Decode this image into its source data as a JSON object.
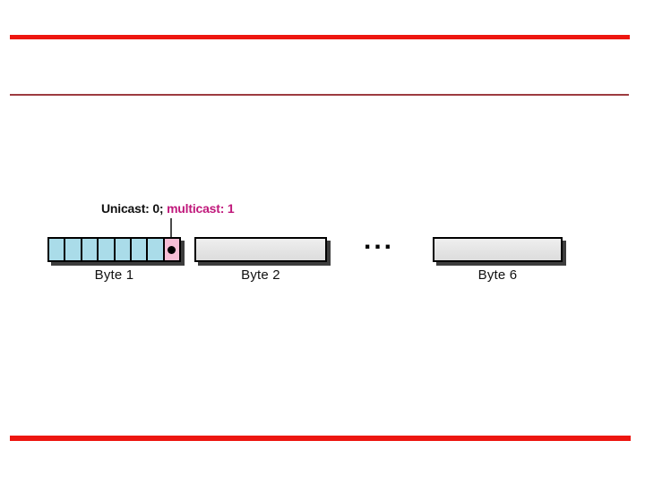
{
  "slide": {
    "background_color": "#ffffff",
    "rules": {
      "accent_color": "#ed1610",
      "divider_color": "#9d3b40"
    }
  },
  "figure": {
    "annotation": {
      "unicast_text": "Unicast: 0; ",
      "multicast_text": "multicast: 1",
      "unicast_color": "#111111",
      "multicast_color": "#c0187b"
    },
    "ellipsis": "...",
    "byte1": {
      "bit_cell_count": 8,
      "bit_cell_color": "#aadce9",
      "flag_cell_color": "#f5bed5",
      "flag_cell_position": "last",
      "flag_marker": "black-dot"
    },
    "plain_box_color": "#e4e4e4",
    "shadow_color": "#3d3d3d",
    "bytes": [
      {
        "label": "Byte 1"
      },
      {
        "label": "Byte 2"
      },
      {
        "label": "Byte 6"
      }
    ]
  }
}
